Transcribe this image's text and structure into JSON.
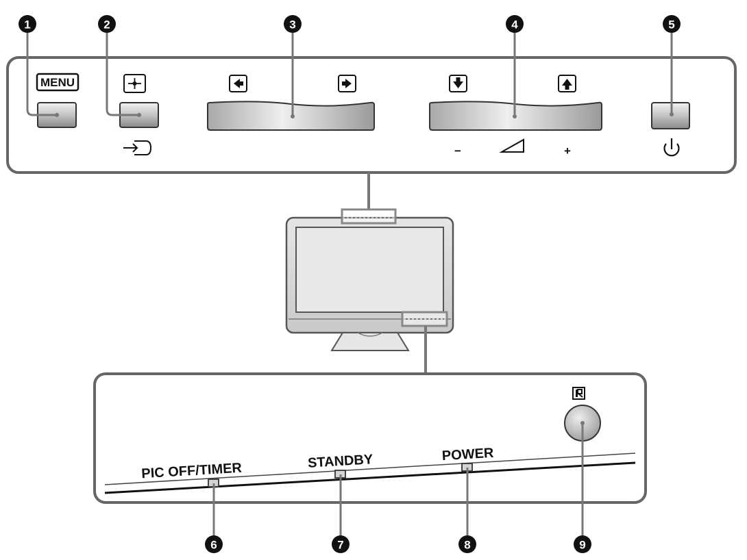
{
  "callouts": [
    "1",
    "2",
    "3",
    "4",
    "5",
    "6",
    "7",
    "8",
    "9"
  ],
  "top_panel": {
    "menu_label": "MENU",
    "minus_label": "−",
    "plus_label": "+",
    "icons": {
      "enter": "enter-icon",
      "input": "input-icon",
      "left": "arrow-left-icon",
      "right": "arrow-right-icon",
      "down": "arrow-down-icon",
      "up": "arrow-up-icon",
      "volume": "volume-icon",
      "power": "power-icon"
    }
  },
  "bottom_panel": {
    "pic_off_timer": "PIC OFF/TIMER",
    "standby": "STANDBY",
    "power": "POWER",
    "remote_sensor_icon": "remote-sensor-icon"
  }
}
